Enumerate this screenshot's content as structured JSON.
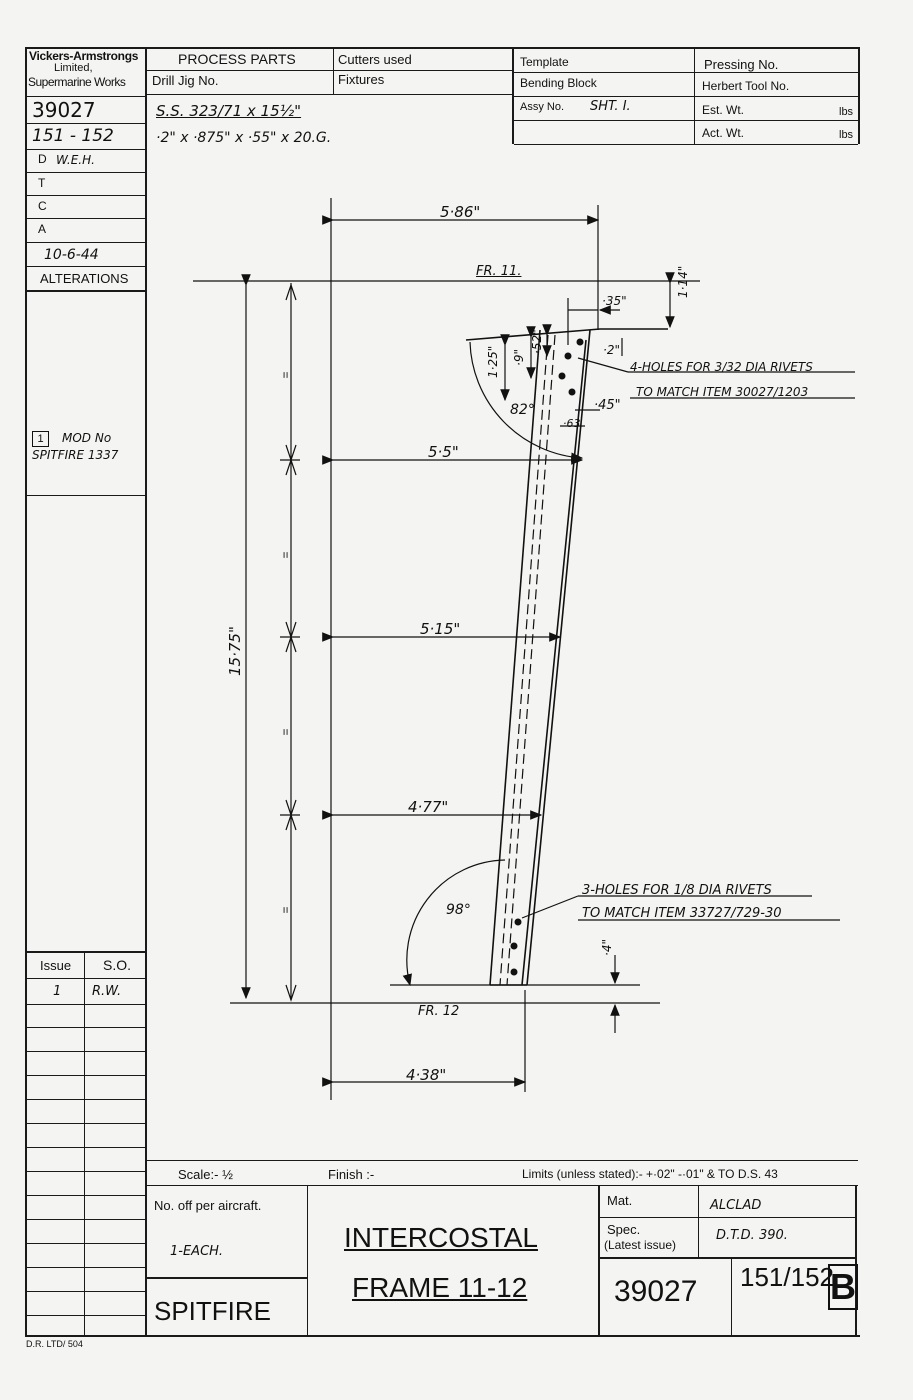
{
  "header": {
    "company_line1": "Vickers-Armstrongs",
    "company_line2": "Limited,",
    "company_line3": "Supermarine Works",
    "process_parts": "PROCESS PARTS",
    "drill_jig": "Drill Jig No.",
    "cutters_used": "Cutters used",
    "fixtures": "Fixtures",
    "template": "Template",
    "bending_block": "Bending Block",
    "assy_no_label": "Assy No.",
    "assy_no_value": "SHT. I.",
    "pressing_no": "Pressing No.",
    "herbert_tool_no": "Herbert Tool No.",
    "est_wt": "Est. Wt.",
    "act_wt": "Act. Wt.",
    "lbs1": "lbs",
    "lbs2": "lbs",
    "material_spec_1": "S.S. 323/71 x 15½\"",
    "material_spec_2": "·2\" x ·875\" x ·55\" x 20.G."
  },
  "sidebar": {
    "drawing_no": "39027",
    "item_range": "151 - 152",
    "d": "D",
    "d_initials": "W.E.H.",
    "t": "T",
    "c": "C",
    "a": "A",
    "date": "10-6-44",
    "alterations": "ALTERATIONS",
    "mod_box": "1",
    "mod_label": "MOD No",
    "mod_ref": "SPITFIRE 1337",
    "issue_header": "Issue",
    "so_header": "S.O.",
    "issue_value": "1",
    "so_value": "R.W.",
    "form_ref": "D.R. LTD/ 504"
  },
  "drawing": {
    "dim_top": "5·86\"",
    "fr11": "FR. 11.",
    "fr12": "FR. 12",
    "dim_35": "·35\"",
    "dim_114": "1·14\"",
    "dim_125": "1·25\"",
    "dim_9": "·9\"",
    "dim_52": "·52\"",
    "dim_2": "·2\"",
    "dim_82": "82°",
    "dim_63": "·63",
    "dim_45": "·45\"",
    "note1_line1": "4-HOLES FOR 3/32 DIA RIVETS",
    "note1_line2": "TO MATCH ITEM 30027/1203",
    "dim_55": "5·5\"",
    "dim_515": "5·15\"",
    "dim_477": "4·77\"",
    "dim_1575": "15·75\"",
    "equal": "=",
    "note2_line1": "3-HOLES FOR 1/8 DIA RIVETS",
    "note2_line2": "TO MATCH ITEM 33727/729-30",
    "dim_98": "98°",
    "dim_4": "·4\"",
    "dim_438": "4·38\""
  },
  "footer": {
    "scale": "Scale:- ½",
    "finish": "Finish :-",
    "limits": "Limits (unless stated):- +·02\" -·01\" & TO D.S. 43",
    "no_off": "No. off per aircraft.",
    "each": "1-EACH.",
    "aircraft": "SPITFIRE",
    "title1": "INTERCOSTAL",
    "title2": "FRAME 11-12",
    "mat_label": "Mat.",
    "mat_value": "ALCLAD",
    "spec_label1": "Spec.",
    "spec_label2": "(Latest issue)",
    "spec_value": "D.T.D. 390.",
    "drawing_no": "39027",
    "item_no": "151/152",
    "issue_letter": "B"
  }
}
